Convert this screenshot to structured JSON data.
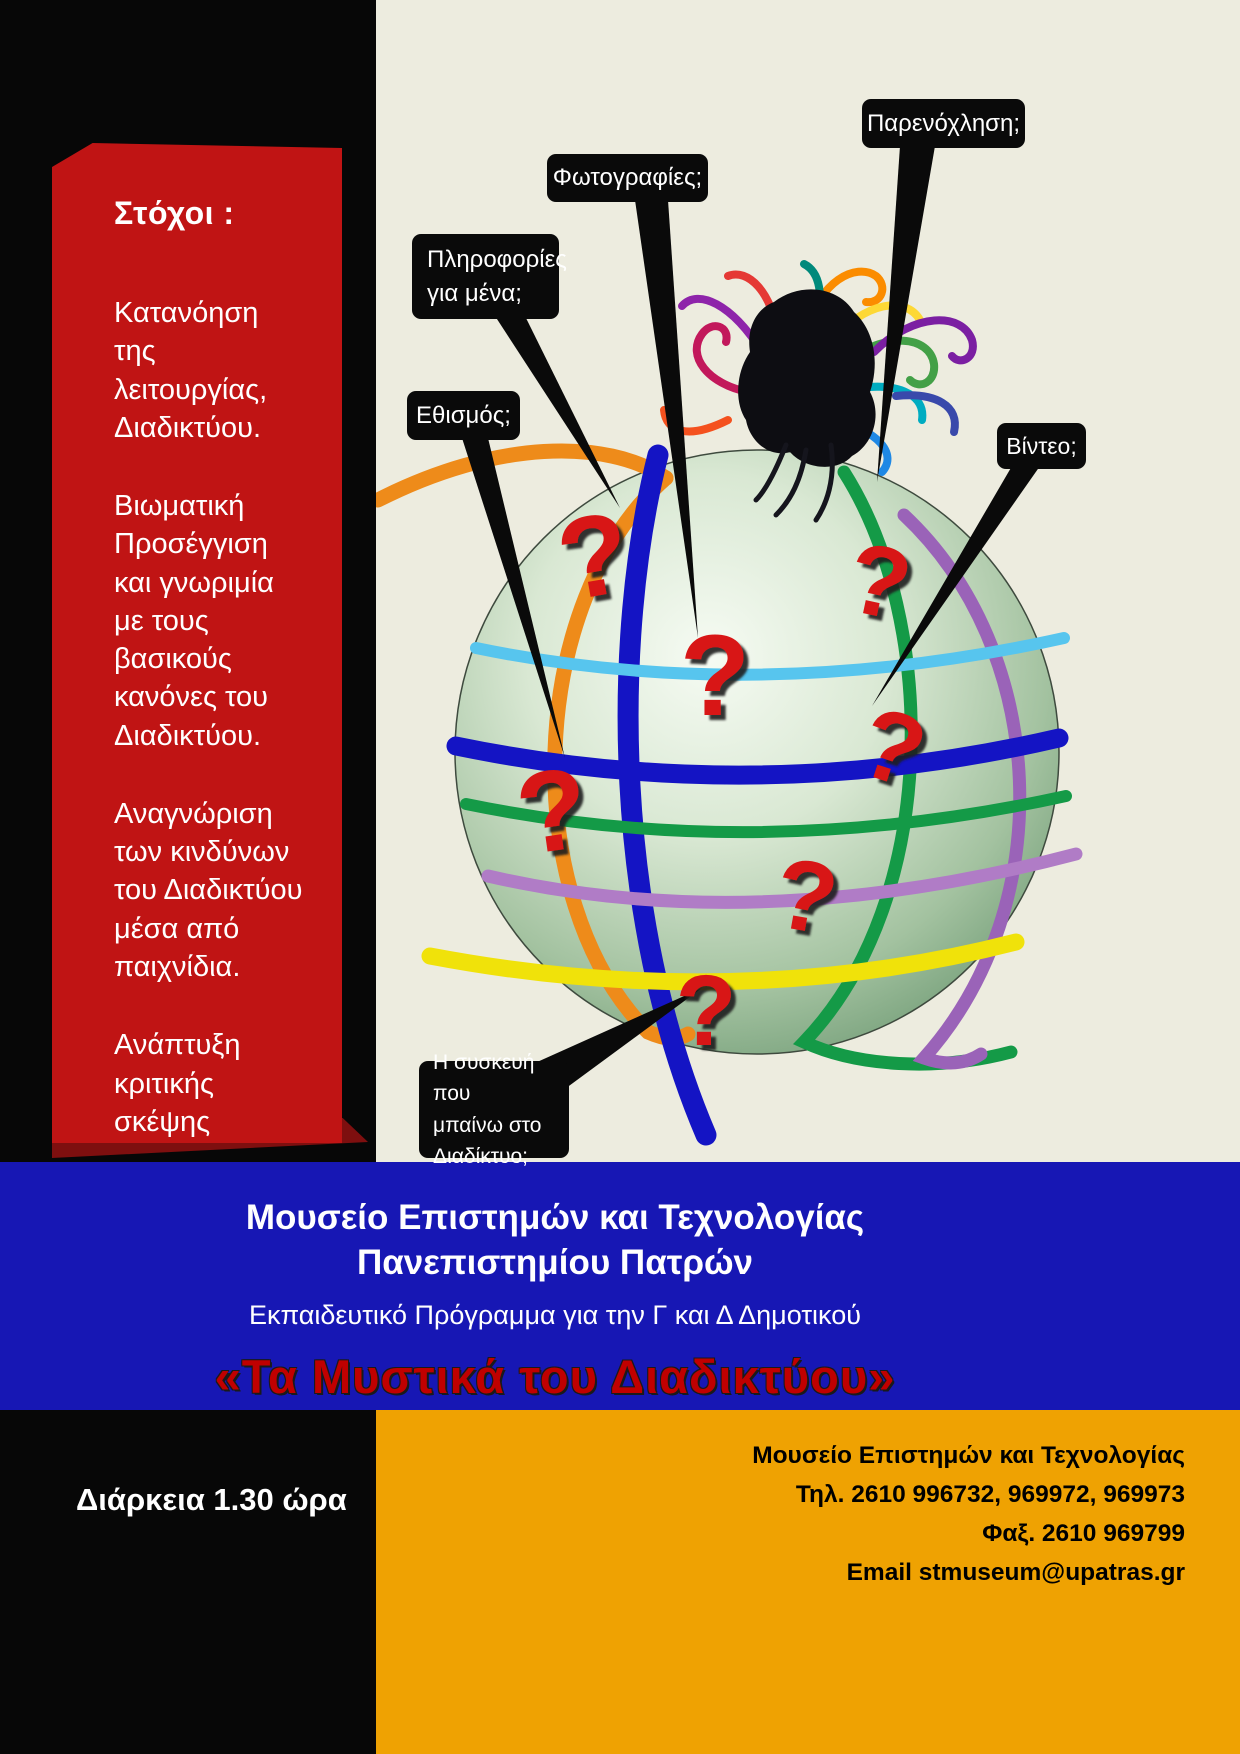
{
  "poster": {
    "colors": {
      "ribbon-red": "#c01414",
      "ribbon-red-dark": "#7e0f0f",
      "panel-black": "#070707",
      "panel-beige": "#edecdf",
      "band-blue": "#1717b4",
      "program-red": "#c00000",
      "footer-orange": "#efa202",
      "bubble-black": "#0a0a0a",
      "qmark-red": "#d81414"
    },
    "goals": {
      "heading": "Στόχοι :",
      "items": [
        "Κατανόηση της λειτουργίας, Διαδικτύου.",
        "Βιωματική Προσέγγιση και γνωριμία με τους βασικούς κανόνες του Διαδικτύου.",
        "Αναγνώριση των  κινδύνων του Διαδικτύου μέσα από παιχνίδια.",
        "Ανάπτυξη κριτικής σκέψης απέναντι σε κινδύνους."
      ]
    },
    "callouts": {
      "harassment": "Παρενόχληση;",
      "photos": "Φωτογραφίες;",
      "personal_info": "Πληροφορίες\nγια μένα;",
      "addiction": "Εθισμός;",
      "video": "Βίντεο;",
      "device": "Η συσκευή που\nμπαίνω  στο\nΔιαδίκτυο;"
    },
    "globe": {
      "qmark": "?"
    },
    "banner": {
      "museum_line1": "Μουσείο  Επιστημών και Τεχνολογίας",
      "museum_line2": "Πανεπιστημίου Πατρών",
      "subtitle": "Εκπαιδευτικό Πρόγραμμα για την Γ και Δ Δημοτικού",
      "program_title": "«Τα Μυστικά του Διαδικτύου»"
    },
    "footer": {
      "duration": "Διάρκεια  1.30 ώρα",
      "contact_lines": [
        "Μουσείο Επιστημών και Τεχνολογίας",
        "Τηλ. 2610 996732, 969972, 969973",
        "Φαξ. 2610 969799",
        "Email stmuseum@upatras.gr"
      ]
    }
  }
}
